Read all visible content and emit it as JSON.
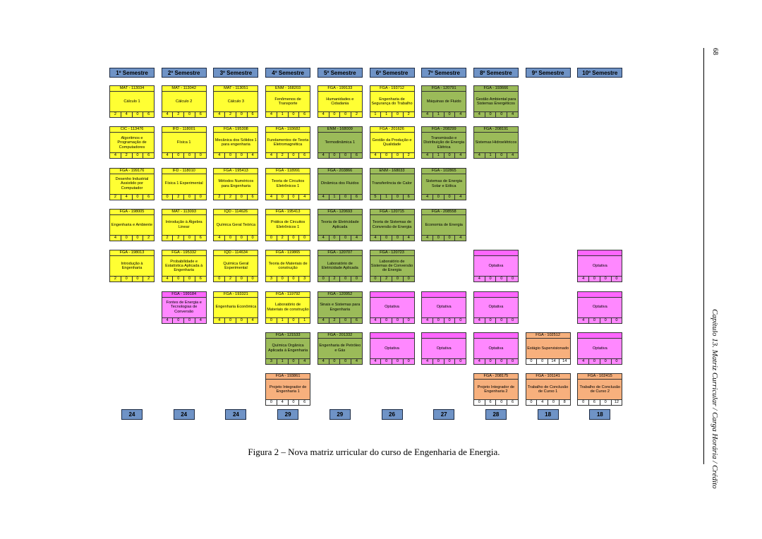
{
  "caption": "Figura 2 – Nova matriz urricular do curso de Engenharia de Energia.",
  "side": {
    "page_number": "68",
    "chapter": "Capítulo 13. Matriz Curricular / Carga Horária / Crédito"
  },
  "semesters": [
    "1º Semestre",
    "2º Semestre",
    "3º Semestre",
    "4º Semestre",
    "5º Semestre",
    "6º Semestre",
    "7º Semestre",
    "8º Semestre",
    "9º Semestre",
    "10º Semestre"
  ],
  "totals": [
    "24",
    "24",
    "24",
    "29",
    "29",
    "26",
    "27",
    "28",
    "18",
    "18"
  ],
  "colors": {
    "basic": "#ffff33",
    "specific": "#9bbb59",
    "optional": "#ff88ff",
    "project": "#f7b07d",
    "header": "#6f93c6"
  },
  "courses": [
    {
      "col": 0,
      "row": 0,
      "color": "yellow",
      "code": "MAT - 113034",
      "name": "Cálculo 1",
      "hours": [
        "2",
        "4",
        "0",
        "6"
      ]
    },
    {
      "col": 1,
      "row": 0,
      "color": "yellow",
      "code": "MAT - 113042",
      "name": "Cálculo 2",
      "hours": [
        "4",
        "2",
        "0",
        "6"
      ]
    },
    {
      "col": 2,
      "row": 0,
      "color": "yellow",
      "code": "MAT - 113051",
      "name": "Cálculo 3",
      "hours": [
        "4",
        "2",
        "0",
        "6"
      ]
    },
    {
      "col": 3,
      "row": 0,
      "color": "yellow",
      "code": "ENM - 168203",
      "name": "Fenômenos de Transporte",
      "hours": [
        "4",
        "1",
        "0",
        "6"
      ]
    },
    {
      "col": 4,
      "row": 0,
      "color": "yellow",
      "code": "FGA - 199133",
      "name": "Humanidades e Cidadania",
      "hours": [
        "4",
        "0",
        "0",
        "2"
      ]
    },
    {
      "col": 5,
      "row": 0,
      "color": "yellow",
      "code": "FGA - 193712",
      "name": "Engenharia de Segurança do Trabalho",
      "hours": [
        "1",
        "1",
        "0",
        "2"
      ]
    },
    {
      "col": 6,
      "row": 0,
      "color": "green",
      "code": "FGA - 120791",
      "name": "Máquinas de Fluido",
      "hours": [
        "4",
        "1",
        "0",
        "4"
      ]
    },
    {
      "col": 7,
      "row": 0,
      "color": "green",
      "code": "FGA - 193666",
      "name": "Gestão Ambiental para Sistemas Energéticos",
      "hours": [
        "4",
        "0",
        "0",
        "4"
      ]
    },
    {
      "col": 0,
      "row": 1,
      "color": "yellow",
      "code": "CIC - 113476",
      "name": "Algoritmos e Programação de Computadores",
      "hours": [
        "4",
        "2",
        "0",
        "6"
      ]
    },
    {
      "col": 1,
      "row": 1,
      "color": "yellow",
      "code": "IFD - 118001",
      "name": "Física 1",
      "hours": [
        "4",
        "0",
        "0",
        "0"
      ]
    },
    {
      "col": 2,
      "row": 1,
      "color": "yellow",
      "code": "FGA - 195308",
      "name": "Mecânica dos Sólidos 1 para engenharia",
      "hours": [
        "4",
        "0",
        "0",
        "4"
      ]
    },
    {
      "col": 3,
      "row": 1,
      "color": "yellow",
      "code": "FGA - 193682",
      "name": "Fundamentos de Teoria Eletromagnética",
      "hours": [
        "4",
        "2",
        "0",
        "6"
      ]
    },
    {
      "col": 4,
      "row": 1,
      "color": "green",
      "code": "ENM - 168009",
      "name": "Termodinâmica 1",
      "hours": [
        "4",
        "0",
        "0",
        "6"
      ]
    },
    {
      "col": 5,
      "row": 1,
      "color": "yellow",
      "code": "FGA - 201626",
      "name": "Gestão da Produção e Qualidade",
      "hours": [
        "4",
        "0",
        "0",
        "2"
      ]
    },
    {
      "col": 6,
      "row": 1,
      "color": "green",
      "code": "FGA - 208299",
      "name": "Transmissão e Distribuição de Energia Elétrica",
      "hours": [
        "4",
        "1",
        "0",
        "4"
      ]
    },
    {
      "col": 7,
      "row": 1,
      "color": "green",
      "code": "FGA - 208191",
      "name": "Sistemas Hidroelétricos",
      "hours": [
        "4",
        "1",
        "0",
        "4"
      ]
    },
    {
      "col": 0,
      "row": 2,
      "color": "yellow",
      "code": "FGA - 199176",
      "name": "Desenho Industrial Assistido por Computador",
      "hours": [
        "2",
        "4",
        "0",
        "6"
      ]
    },
    {
      "col": 1,
      "row": 2,
      "color": "yellow",
      "code": "IFD - 118010",
      "name": "Física 1 Experimental",
      "hours": [
        "0",
        "2",
        "0",
        "0"
      ]
    },
    {
      "col": 2,
      "row": 2,
      "color": "yellow",
      "code": "FGA - 195413",
      "name": "Métodos Numéricos para Engenharia",
      "hours": [
        "2",
        "2",
        "0",
        "6"
      ]
    },
    {
      "col": 3,
      "row": 2,
      "color": "yellow",
      "code": "FGA - 118991",
      "name": "Teoria de Circuitos Eletrônicos 1",
      "hours": [
        "4",
        "0",
        "0",
        "4"
      ]
    },
    {
      "col": 4,
      "row": 2,
      "color": "green",
      "code": "FGA - 203866",
      "name": "Dinâmica dos Fluidos",
      "hours": [
        "4",
        "1",
        "0",
        "6"
      ]
    },
    {
      "col": 5,
      "row": 2,
      "color": "green",
      "code": "ENM - 168033",
      "name": "Transferência de Calor",
      "hours": [
        "5",
        "1",
        "0",
        "6"
      ]
    },
    {
      "col": 6,
      "row": 2,
      "color": "green",
      "code": "FGA - 102865",
      "name": "Sistemas de Energia Solar e Eólica",
      "hours": [
        "4",
        "0",
        "0",
        "4"
      ]
    },
    {
      "col": 0,
      "row": 3,
      "color": "yellow",
      "code": "FGA - 198005",
      "name": "Engenharia e Ambiente",
      "hours": [
        "4",
        "0",
        "0",
        "2"
      ]
    },
    {
      "col": 1,
      "row": 3,
      "color": "yellow",
      "code": "MAT - 113093",
      "name": "Introdução à Álgebra Linear",
      "hours": [
        "2",
        "2",
        "0",
        "6"
      ]
    },
    {
      "col": 2,
      "row": 3,
      "color": "yellow",
      "code": "IQD - 114626",
      "name": "Química Geral Teórica",
      "hours": [
        "4",
        "0",
        "0",
        "0"
      ]
    },
    {
      "col": 3,
      "row": 3,
      "color": "yellow",
      "code": "FGA - 195413",
      "name": "Prática de Circuitos Eletrônicos 1",
      "hours": [
        "0",
        "2",
        "0",
        "0"
      ]
    },
    {
      "col": 4,
      "row": 3,
      "color": "green",
      "code": "FGA - 120693",
      "name": "Teoria de Eletricidade Aplicada",
      "hours": [
        "4",
        "0",
        "0",
        "4"
      ]
    },
    {
      "col": 5,
      "row": 3,
      "color": "green",
      "code": "FGA - 120715",
      "name": "Teoria de Sistemas de Conversão de Energia",
      "hours": [
        "4",
        "0",
        "0",
        "4"
      ]
    },
    {
      "col": 6,
      "row": 3,
      "color": "green",
      "code": "FGA - 208558",
      "name": "Economia de Energia",
      "hours": [
        "4",
        "0",
        "0",
        "4"
      ]
    },
    {
      "col": 0,
      "row": 4,
      "color": "yellow",
      "code": "FGA - 198013",
      "name": "Introdução à Engenharia",
      "hours": [
        "2",
        "0",
        "0",
        "2"
      ]
    },
    {
      "col": 1,
      "row": 4,
      "color": "yellow",
      "code": "FGA - 195332",
      "name": "Probabilidade e Estatística Aplicada à Engenharia",
      "hours": [
        "4",
        "0",
        "0",
        "6"
      ]
    },
    {
      "col": 2,
      "row": 4,
      "color": "yellow",
      "code": "IQD - 114634",
      "name": "Química Geral Experimental",
      "hours": [
        "0",
        "2",
        "0",
        "0"
      ]
    },
    {
      "col": 3,
      "row": 4,
      "color": "yellow",
      "code": "FGA - 119865",
      "name": "Teoria de Materiais de construção",
      "hours": [
        "3",
        "0",
        "0",
        "3"
      ]
    },
    {
      "col": 4,
      "row": 4,
      "color": "green",
      "code": "FGA - 120707",
      "name": "Laboratório de Eletricidade Aplicada",
      "hours": [
        "0",
        "2",
        "0",
        "0"
      ]
    },
    {
      "col": 5,
      "row": 4,
      "color": "green",
      "code": "FGA - 120723",
      "name": "Laboratório de Sistemas de Conversão de Energia",
      "hours": [
        "0",
        "2",
        "0",
        "0"
      ]
    },
    {
      "col": 7,
      "row": 4,
      "color": "magenta",
      "code": "",
      "name": "Optativa",
      "hours": [
        "4",
        "0",
        "0",
        "0"
      ]
    },
    {
      "col": 9,
      "row": 4,
      "color": "magenta",
      "code": "",
      "name": "Optativa",
      "hours": [
        "4",
        "0",
        "0",
        "0"
      ]
    },
    {
      "col": 1,
      "row": 5,
      "color": "magenta",
      "code": "FGA - 199184",
      "name": "Fontes de Energia e Tecnologias de Conversão",
      "hours": [
        "4",
        "0",
        "0",
        "4"
      ]
    },
    {
      "col": 2,
      "row": 5,
      "color": "yellow",
      "code": "FGA - 193321",
      "name": "Engenharia Econômica",
      "hours": [
        "4",
        "0",
        "0",
        "4"
      ]
    },
    {
      "col": 3,
      "row": 5,
      "color": "yellow",
      "code": "FGA - 119792",
      "name": "Laboratório de Materiais de construção",
      "hours": [
        "0",
        "1",
        "0",
        "1"
      ]
    },
    {
      "col": 4,
      "row": 5,
      "color": "green",
      "code": "FGA - 120952",
      "name": "Sinais e Sistemas para Engenharia",
      "hours": [
        "4",
        "2",
        "0",
        "6"
      ]
    },
    {
      "col": 5,
      "row": 5,
      "color": "magenta",
      "code": "",
      "name": "Optativa",
      "hours": [
        "4",
        "0",
        "0",
        "0"
      ]
    },
    {
      "col": 6,
      "row": 5,
      "color": "magenta",
      "code": "",
      "name": "Optativa",
      "hours": [
        "4",
        "0",
        "0",
        "0"
      ]
    },
    {
      "col": 7,
      "row": 5,
      "color": "magenta",
      "code": "",
      "name": "Optativa",
      "hours": [
        "4",
        "0",
        "0",
        "0"
      ]
    },
    {
      "col": 9,
      "row": 5,
      "color": "magenta",
      "code": "",
      "name": "Optativa",
      "hours": [
        "4",
        "0",
        "0",
        "0"
      ]
    },
    {
      "col": 3,
      "row": 6,
      "color": "green",
      "code": "FGA - 121533",
      "name": "Química Orgânica Aplicada à Engenharia",
      "hours": [
        "3",
        "1",
        "0",
        "4"
      ]
    },
    {
      "col": 4,
      "row": 6,
      "color": "green",
      "code": "FGA - 201332",
      "name": "Engenharia de Petróleo e Gás",
      "hours": [
        "4",
        "0",
        "0",
        "4"
      ]
    },
    {
      "col": 5,
      "row": 6,
      "color": "magenta",
      "code": "",
      "name": "Optativa",
      "hours": [
        "4",
        "0",
        "0",
        "0"
      ]
    },
    {
      "col": 6,
      "row": 6,
      "color": "magenta",
      "code": "",
      "name": "Optativa",
      "hours": [
        "4",
        "0",
        "0",
        "0"
      ]
    },
    {
      "col": 7,
      "row": 6,
      "color": "magenta",
      "code": "",
      "name": "Optativa",
      "hours": [
        "4",
        "0",
        "0",
        "0"
      ]
    },
    {
      "col": 8,
      "row": 6,
      "color": "orange",
      "code": "FGA - 102512",
      "name": "Estágio Supervisionado",
      "hours": [
        "0",
        "0",
        "14",
        "14"
      ]
    },
    {
      "col": 9,
      "row": 6,
      "color": "magenta",
      "code": "",
      "name": "Optativa",
      "hours": [
        "4",
        "0",
        "0",
        "0"
      ]
    },
    {
      "col": 3,
      "row": 7,
      "color": "orange",
      "code": "FGA - 193861",
      "name": "Projeto Integrador de Engenharia 1",
      "hours": [
        "0",
        "4",
        "0",
        "6"
      ]
    },
    {
      "col": 7,
      "row": 7,
      "color": "orange",
      "code": "FGA - 208175",
      "name": "Projeto Integrador de Engenharia 2",
      "hours": [
        "0",
        "6",
        "0",
        "6"
      ]
    },
    {
      "col": 8,
      "row": 7,
      "color": "orange",
      "code": "FGA - 101141",
      "name": "Trabalho de Conclusão de Curso 1",
      "hours": [
        "0",
        "4",
        "0",
        "8"
      ]
    },
    {
      "col": 9,
      "row": 7,
      "color": "orange",
      "code": "FGA - 102415",
      "name": "Trabalho de Conclusão de Curso 2",
      "hours": [
        "0",
        "6",
        "0",
        "12"
      ]
    }
  ]
}
